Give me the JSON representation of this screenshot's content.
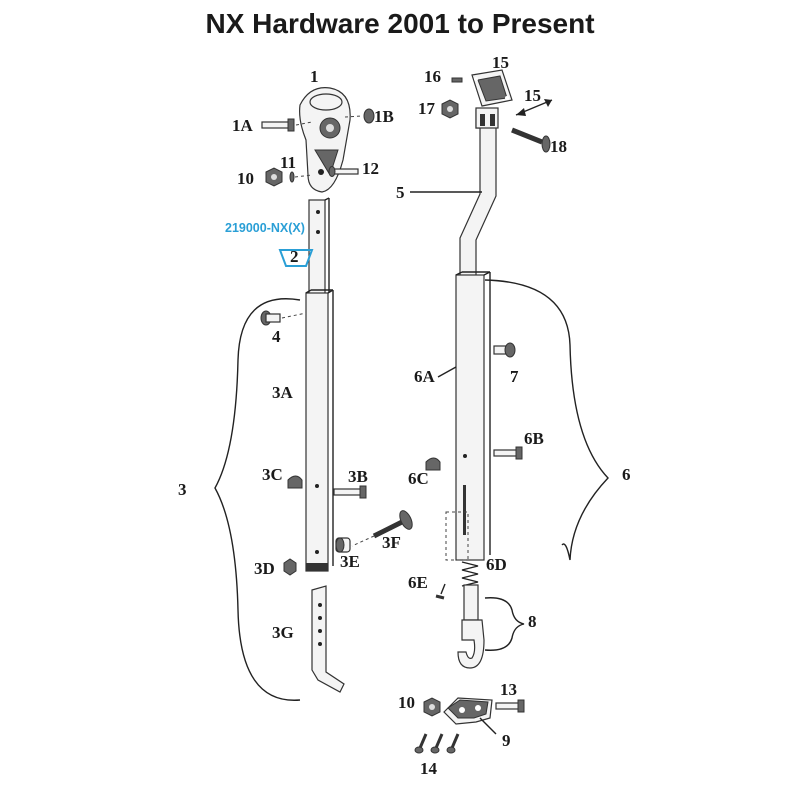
{
  "title": "NX Hardware 2001 to Present",
  "part_number": "219000-NX(X)",
  "colors": {
    "accent": "#2a9fd6",
    "ink": "#1a1a1a"
  },
  "labels": {
    "l1": "1",
    "l1A": "1A",
    "l1B": "1B",
    "l10a": "10",
    "l11": "11",
    "l12": "12",
    "l2": "2",
    "l3": "3",
    "l3A": "3A",
    "l3B": "3B",
    "l3C": "3C",
    "l3D": "3D",
    "l3E": "3E",
    "l3F": "3F",
    "l3G": "3G",
    "l4": "4",
    "l5": "5",
    "l6": "6",
    "l6A": "6A",
    "l6B": "6B",
    "l6C": "6C",
    "l6D": "6D",
    "l6E": "6E",
    "l7": "7",
    "l8": "8",
    "l9": "9",
    "l10b": "10",
    "l13": "13",
    "l14": "14",
    "l15a": "15",
    "l15b": "15",
    "l16": "16",
    "l17": "17",
    "l18": "18"
  }
}
